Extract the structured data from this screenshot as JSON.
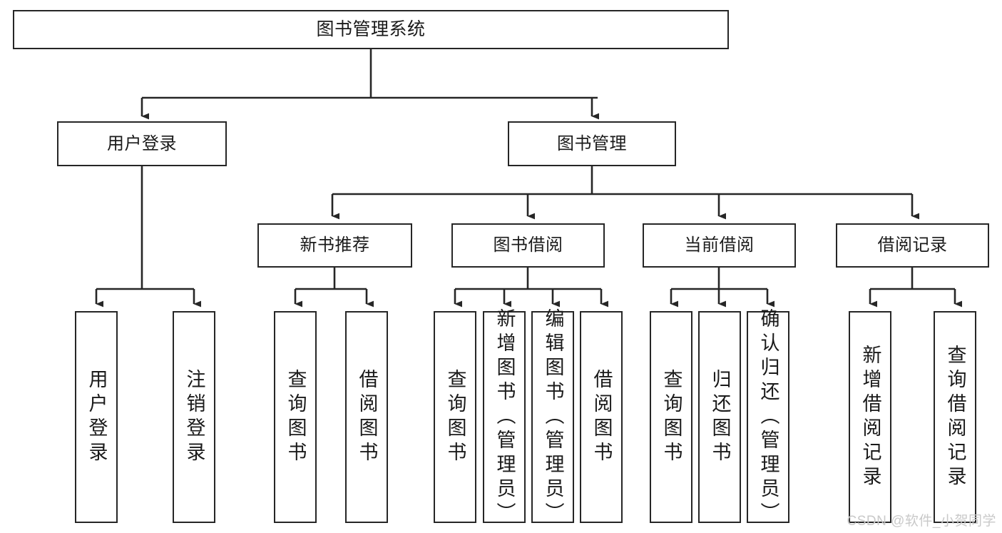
{
  "diagram": {
    "title": "图书管理系统",
    "type": "tree-hierarchy",
    "watermark": "CSDN @软件_小贺同学",
    "colors": {
      "box_border": "#262626",
      "box_fill": "#ffffff",
      "edge": "#262626",
      "text": "#1a1a1a",
      "watermark": "#c9c9c9"
    },
    "levels": {
      "level1": [
        "图书管理系统"
      ],
      "level2": [
        "用户登录",
        "图书管理"
      ],
      "level3": [
        "新书推荐",
        "图书借阅",
        "当前借阅",
        "借阅记录"
      ],
      "level4": [
        "用户登录",
        "注销登录",
        "查询图书",
        "借阅图书",
        "查询图书",
        "新增图书（管理员）",
        "编辑图书（管理员）",
        "借阅图书",
        "查询图书",
        "归还图书",
        "确认归还（管理员）",
        "新增借阅记录",
        "查询借阅记录"
      ]
    },
    "nodes": {
      "root": {
        "label": "图书管理系统"
      },
      "user_login": {
        "label": "用户登录"
      },
      "book_manage": {
        "label": "图书管理"
      },
      "new_book_rec": {
        "label": "新书推荐"
      },
      "book_borrow": {
        "label": "图书借阅"
      },
      "current_borrow": {
        "label": "当前借阅"
      },
      "borrow_record": {
        "label": "借阅记录"
      },
      "leaf_user_login": {
        "label": "用户登录"
      },
      "leaf_logout": {
        "label": "注销登录"
      },
      "leaf_query_book_1": {
        "label": "查询图书"
      },
      "leaf_borrow_book_1": {
        "label": "借阅图书"
      },
      "leaf_query_book_2": {
        "label": "查询图书"
      },
      "leaf_add_book_admin": {
        "label": "新增图书（管理员）"
      },
      "leaf_edit_book_admin": {
        "label": "编辑图书（管理员）"
      },
      "leaf_borrow_book_2": {
        "label": "借阅图书"
      },
      "leaf_query_book_3": {
        "label": "查询图书"
      },
      "leaf_return_book": {
        "label": "归还图书"
      },
      "leaf_confirm_return_admin": {
        "label": "确认归还（管理员）"
      },
      "leaf_add_borrow_record": {
        "label": "新增借阅记录"
      },
      "leaf_query_borrow_record": {
        "label": "查询借阅记录"
      }
    }
  }
}
